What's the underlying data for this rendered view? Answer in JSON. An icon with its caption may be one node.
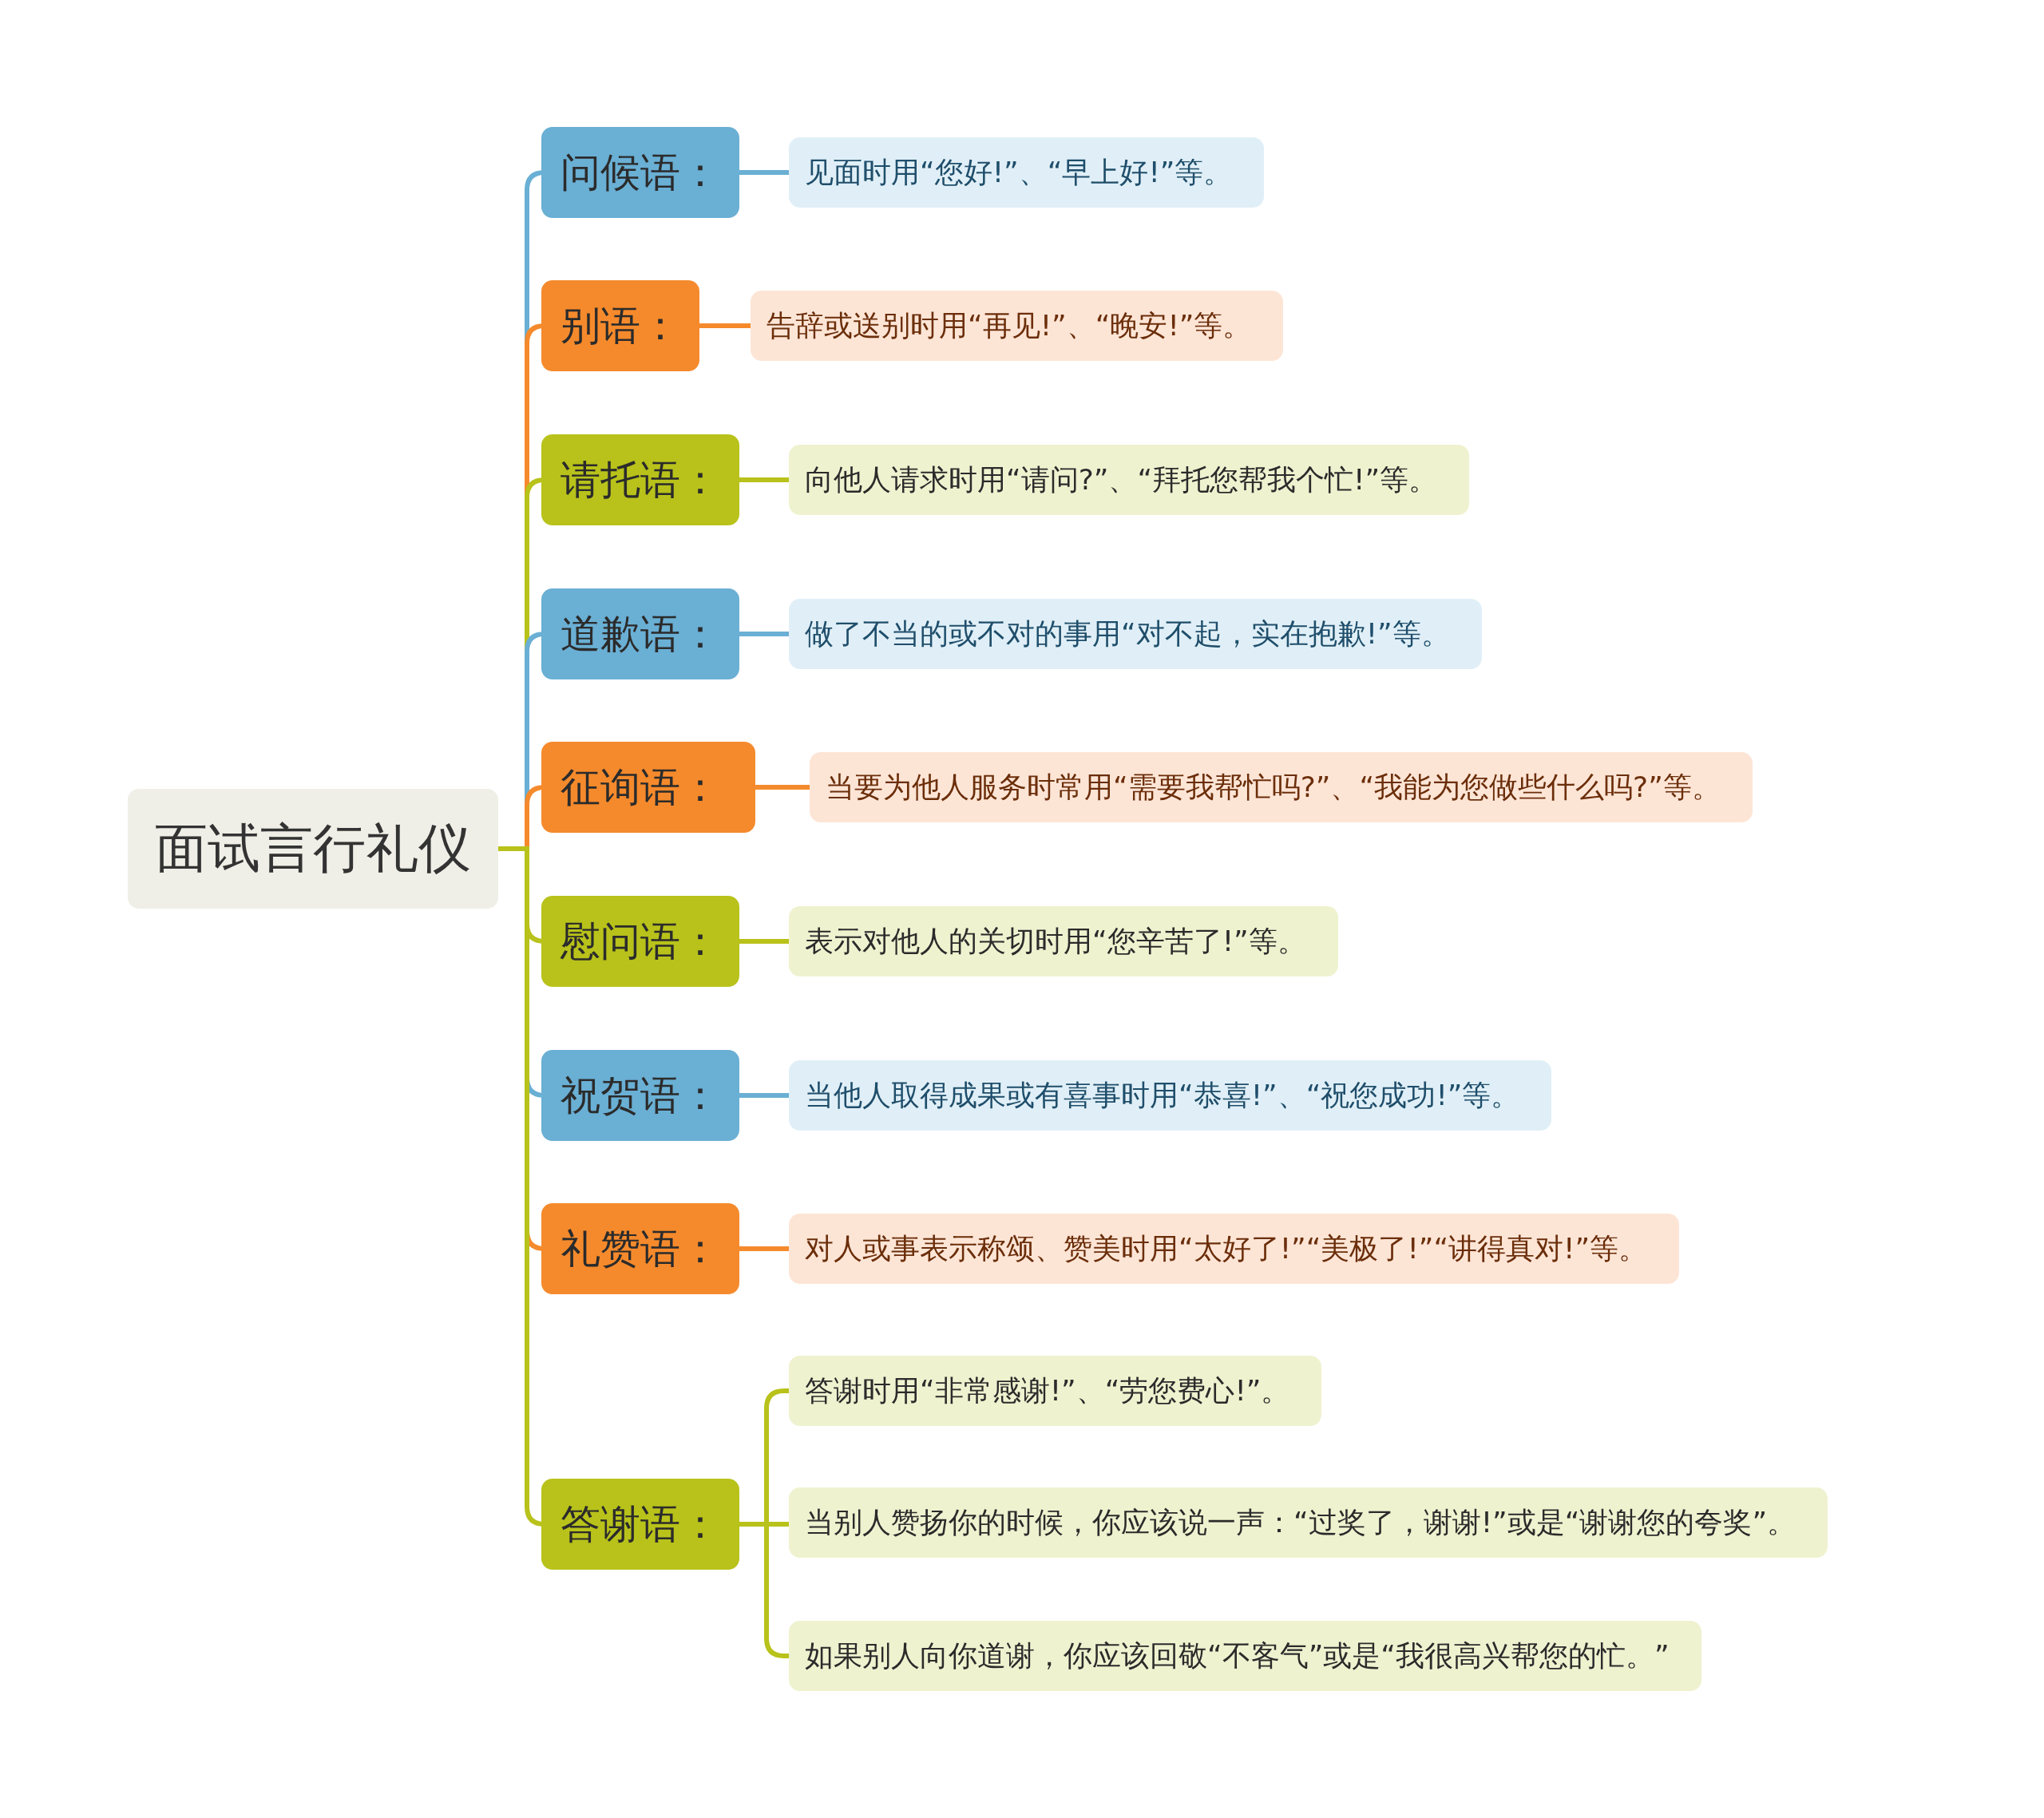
{
  "diagram": {
    "nodes": [
      {
        "text": [
          "面试言行礼仪"
        ]
      },
      {
        "text": [
          "问候语："
        ]
      },
      {
        "text": [
          "见面时用“您好!”、“早上好!”等。"
        ]
      },
      {
        "text": [
          "别语："
        ]
      },
      {
        "text": [
          "告辞或送别时用“再见!”、“晚安!”等。"
        ]
      },
      {
        "text": [
          "请托语："
        ]
      },
      {
        "text": [
          "向他人请求时用“请问?”、“拜托您帮我个忙!”等。"
        ]
      },
      {
        "text": [
          "道歉语："
        ]
      },
      {
        "text": [
          "做了不当的或不对的事用“对不起，实在抱歉!”等。"
        ]
      },
      {
        "text": [
          "征询语："
        ]
      },
      {
        "text": [
          "当要为他人服务时常用“需要我帮忙吗?”、“我能为您做些什么吗?”等。"
        ]
      },
      {
        "text": [
          "慰问语："
        ]
      },
      {
        "text": [
          "表示对他人的关切时用“您辛苦了!”等。"
        ]
      },
      {
        "text": [
          "祝贺语："
        ]
      },
      {
        "text": [
          "当他人取得成果或有喜事时用“恭喜!”、“祝您成功!”等。"
        ]
      },
      {
        "text": [
          "礼赞语："
        ]
      },
      {
        "text": [
          "对人或事表示称颂、赞美时用“太好了!”“美极了!”“讲得真对!”等。"
        ]
      },
      {
        "text": [
          "答谢语："
        ]
      },
      {
        "text": [
          "答谢时用“非常感谢!”、“劳您费心!”。"
        ]
      },
      {
        "text": [
          "当别人赞扬你的时候，你应该说一声：“过奖了，谢谢!”或是“谢谢您的夸奖”。"
        ]
      },
      {
        "text": [
          "如果别人向你道谢，你应该回敬“不客气”或是“我很高兴帮您的忙。”"
        ]
      }
    ],
    "edges": [
      {
        "from": 0,
        "to": 1,
        "arrow": "none",
        "color": "#6aafd4"
      },
      {
        "from": 0,
        "to": 3,
        "arrow": "none",
        "color": "#f58a2c"
      },
      {
        "from": 0,
        "to": 5,
        "arrow": "none"
      },
      {
        "from": 0,
        "to": 7,
        "arrow": "none",
        "color": "#6aafd4"
      },
      {
        "from": 0,
        "to": 9,
        "arrow": "none",
        "color": "#f58a2c"
      },
      {
        "from": 0,
        "to": 11,
        "arrow": "none"
      },
      {
        "from": 0,
        "to": 13,
        "arrow": "none",
        "color": "#6aafd4"
      },
      {
        "from": 0,
        "to": 15,
        "arrow": "none",
        "color": "#f58a2c"
      },
      {
        "from": 0,
        "to": 17,
        "arrow": "none"
      },
      {
        "from": 1,
        "to": 2,
        "arrow": "none",
        "color": "#6aafd4"
      },
      {
        "from": 3,
        "to": 4,
        "arrow": "none",
        "color": "#f58a2c"
      },
      {
        "from": 5,
        "to": 6,
        "arrow": "none"
      },
      {
        "from": 7,
        "to": 8,
        "arrow": "none",
        "color": "#6aafd4"
      },
      {
        "from": 9,
        "to": 10,
        "arrow": "none",
        "color": "#f58a2c"
      },
      {
        "from": 11,
        "to": 12,
        "arrow": "none"
      },
      {
        "from": 13,
        "to": 14,
        "arrow": "none",
        "color": "#6aafd4"
      },
      {
        "from": 15,
        "to": 16,
        "arrow": "none",
        "color": "#f58a2c"
      },
      {
        "from": 17,
        "to": 18,
        "arrow": "none"
      },
      {
        "from": 17,
        "to": 19,
        "arrow": "none"
      },
      {
        "from": 17,
        "to": 20,
        "arrow": "none"
      }
    ]
  }
}
